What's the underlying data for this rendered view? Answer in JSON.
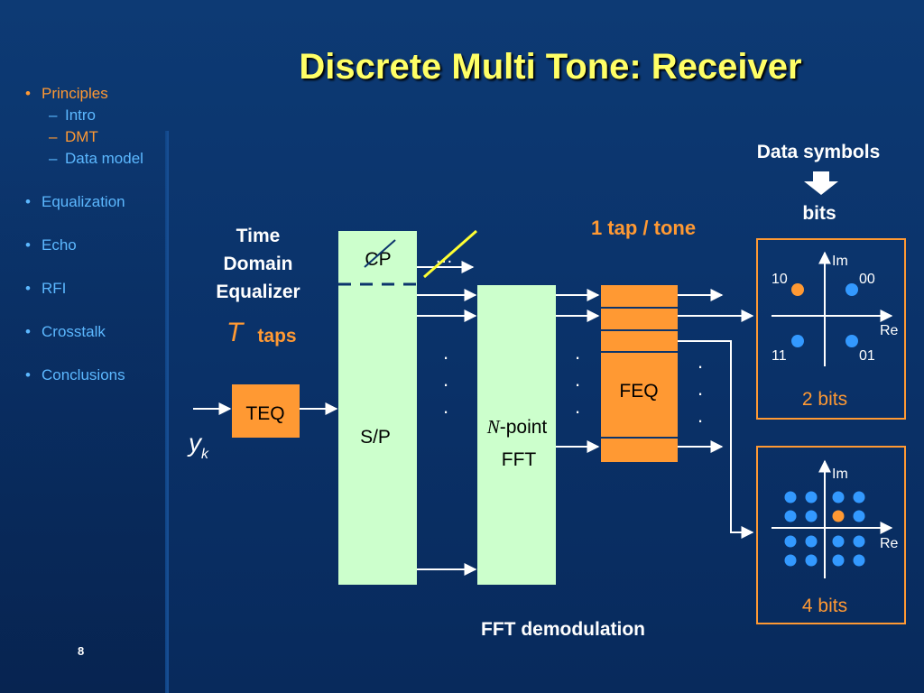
{
  "slide": {
    "title": "Discrete Multi Tone: Receiver",
    "page_number": "8"
  },
  "outline": {
    "items": [
      {
        "label": "Principles",
        "active": true,
        "children": [
          {
            "label": "Intro",
            "active": false
          },
          {
            "label": "DMT",
            "active": true
          },
          {
            "label": "Data model",
            "active": false
          }
        ]
      },
      {
        "label": "Equalization",
        "active": false
      },
      {
        "label": "Echo",
        "active": false
      },
      {
        "label": "RFI",
        "active": false
      },
      {
        "label": "Crosstalk",
        "active": false
      },
      {
        "label": "Conclusions",
        "active": false
      }
    ],
    "bullet": "•",
    "dash": "–"
  },
  "diagram": {
    "time_domain_equalizer": [
      "Time",
      "Domain",
      "Equalizer"
    ],
    "t_symbol": "T",
    "taps": "taps",
    "teq": "TEQ",
    "yk_base": "y",
    "yk_sub": "k",
    "cp": "CP",
    "sp": "S/P",
    "fft_n": "N",
    "fft_point": "-point",
    "fft": "FFT",
    "ellipsis": "…",
    "dot": ".",
    "feq": "FEQ",
    "one_tap_per_tone": "1 tap / tone",
    "data_symbols": "Data symbols",
    "bits": "bits",
    "fft_demodulation": "FFT demodulation",
    "constellation_2bit": {
      "im": "Im",
      "re": "Re",
      "points": [
        "10",
        "00",
        "11",
        "01"
      ],
      "caption": "2 bits"
    },
    "constellation_4bit": {
      "im": "Im",
      "re": "Re",
      "caption": "4 bits"
    }
  },
  "colors": {
    "background": "#0b346c",
    "title": "#ffff66",
    "outline_active": "#ff9933",
    "outline_normal": "#5cb8ff",
    "block_fill": "#ccffcc",
    "teq_feq_fill": "#ff9933",
    "constellation_border": "#ff9933",
    "point_blue": "#3399ff",
    "point_orange": "#ff9933",
    "cut_line": "#ffff33",
    "caption": "#ff9933",
    "label_white": "#ffffff"
  }
}
